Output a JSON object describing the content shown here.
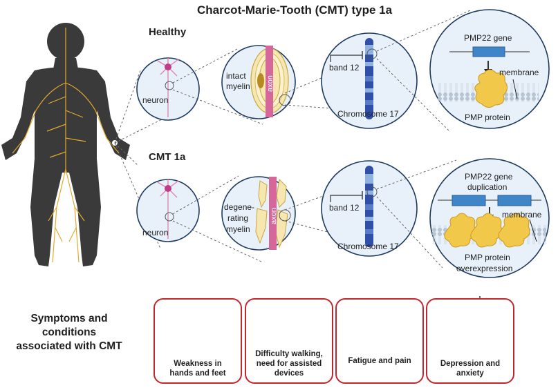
{
  "title": "Charcot-Marie-Tooth (CMT) type 1a",
  "healthy": {
    "heading": "Healthy",
    "neuron_label": "neuron",
    "myelin_label_1": "intact",
    "myelin_label_2": "myelin",
    "axon_label": "axon",
    "band_label": "band 12",
    "chromosome_label": "Chromosome 17",
    "gene_label": "PMP22 gene",
    "membrane_label": "membrane",
    "protein_label": "PMP protein"
  },
  "cmt": {
    "heading": "CMT 1a",
    "neuron_label": "neuron",
    "myelin_label_1": "degene-",
    "myelin_label_2": "rating",
    "myelin_label_3": "myelin",
    "axon_label": "axon",
    "band_label": "band 12",
    "chromosome_label": "Chromosome 17",
    "gene_label_1": "PMP22 gene",
    "gene_label_2": "duplication",
    "membrane_label": "membrane",
    "protein_label_1": "PMP protein",
    "protein_label_2": "overexpression"
  },
  "symptoms": {
    "heading": "Symptoms and conditions associated with CMT",
    "cards": [
      {
        "line1": "Weakness in",
        "line2": "hands and feet",
        "icon": "hand-foot-icon"
      },
      {
        "line1": "Difficulty walking,",
        "line2": "need for assisted",
        "line3": "devices",
        "icon": "walking-wheelchair-icon"
      },
      {
        "line1": "Fatigue and pain",
        "icon": "tired-face-icon"
      },
      {
        "line1": "Depression and",
        "line2": "anxiety",
        "icon": "distressed-person-icon"
      }
    ]
  },
  "colors": {
    "card_border": "#c0262c",
    "circle_fill": "#e8f1fa",
    "circle_stroke": "#1e3a5f",
    "gene_box": "#3f86c9",
    "protein": "#f2c84b",
    "axon": "#d6679a",
    "nerve": "#e3a92b",
    "body": "#3a3a3a"
  }
}
